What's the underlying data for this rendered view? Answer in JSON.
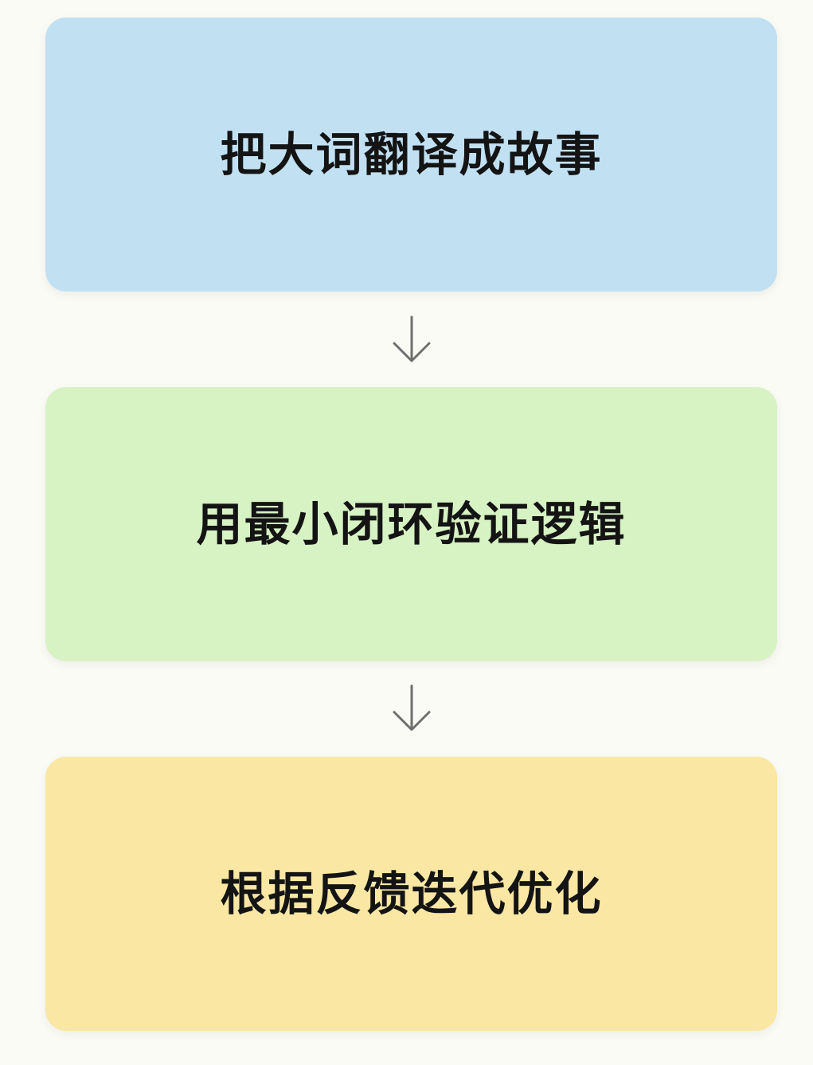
{
  "steps": [
    {
      "label": "把大词翻译成故事",
      "color": "#c1e1f3"
    },
    {
      "label": "用最小闭环验证逻辑",
      "color": "#d7f2c3"
    },
    {
      "label": "根据反馈迭代优化",
      "color": "#f9e7a3"
    }
  ],
  "connectors": [
    {
      "icon": "arrow-down-icon"
    },
    {
      "icon": "arrow-down-icon"
    }
  ],
  "colors": {
    "background": "#fbfbf6",
    "text": "#141414",
    "arrow": "#6f6f6f"
  }
}
